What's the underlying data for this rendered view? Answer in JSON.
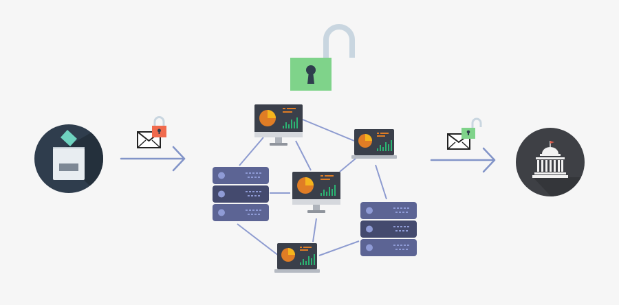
{
  "diagram": {
    "stages": [
      {
        "id": "sender",
        "icon": "ballot-box-icon"
      },
      {
        "id": "message-in",
        "icons": [
          "envelope-icon",
          "padlock-closed-icon"
        ]
      },
      {
        "id": "network",
        "icons": [
          "padlock-open-icon",
          "monitor-icon",
          "laptop-icon",
          "server-stack-icon"
        ]
      },
      {
        "id": "message-out",
        "icons": [
          "envelope-icon",
          "padlock-open-icon"
        ]
      },
      {
        "id": "receiver",
        "icon": "government-building-icon"
      }
    ],
    "network_nodes": [
      {
        "id": "monitor-top",
        "type": "monitor"
      },
      {
        "id": "laptop-right",
        "type": "laptop"
      },
      {
        "id": "server-left",
        "type": "server"
      },
      {
        "id": "monitor-center",
        "type": "monitor"
      },
      {
        "id": "server-right",
        "type": "server"
      },
      {
        "id": "laptop-bottom",
        "type": "laptop"
      }
    ],
    "network_links": [
      [
        "monitor-top",
        "laptop-right"
      ],
      [
        "monitor-top",
        "server-left"
      ],
      [
        "monitor-top",
        "monitor-center"
      ],
      [
        "laptop-right",
        "monitor-center"
      ],
      [
        "laptop-right",
        "server-right"
      ],
      [
        "server-left",
        "monitor-center"
      ],
      [
        "server-left",
        "laptop-bottom"
      ],
      [
        "monitor-center",
        "laptop-bottom"
      ],
      [
        "laptop-bottom",
        "server-right"
      ]
    ]
  },
  "colors": {
    "background": "#f6f6f6",
    "circle_dark": "#2f3d4d",
    "circle_grey": "#3e4045",
    "arrow": "#8294c8",
    "link_line": "#8d9bd0",
    "lock_green": "#7fd38a",
    "lock_red": "#f06a4d",
    "lock_shackle": "#c9d6e0",
    "server_blue": "#5c6494",
    "screen_dark": "#3a3f4a",
    "pie_orange": "#e07d25",
    "pie_yellow": "#f5b41d",
    "bar_green": "#2bb573"
  }
}
